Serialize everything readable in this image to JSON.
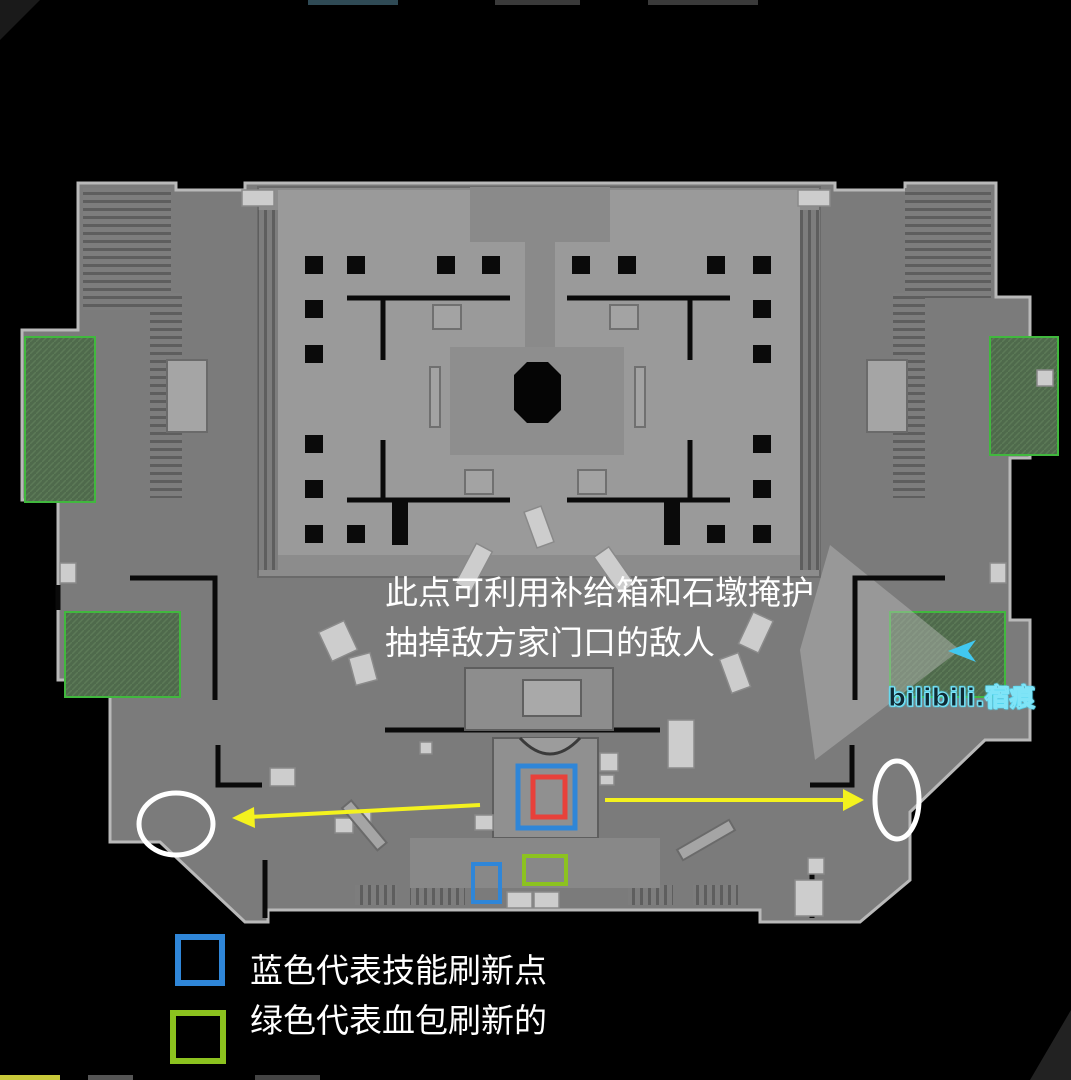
{
  "annotation": {
    "line1": "此点可利用补给箱和石墩掩护",
    "line2": "抽掉敌方家门口的敌人"
  },
  "watermark": "bilibili.宿痕",
  "legend": {
    "items": [
      {
        "label": "蓝色代表技能刷新点",
        "color": "#2f86d8"
      },
      {
        "label": "绿色代表血包刷新的",
        "color": "#8cc21f"
      }
    ]
  },
  "markers": {
    "skill_spawn_color": "#2f86d8",
    "health_spawn_color": "#8cc21f",
    "highlight_color": "#e8413a",
    "arrow_color": "#f4f21e",
    "circle_color": "#ffffff",
    "player_arrow_color": "#41c8f0"
  }
}
